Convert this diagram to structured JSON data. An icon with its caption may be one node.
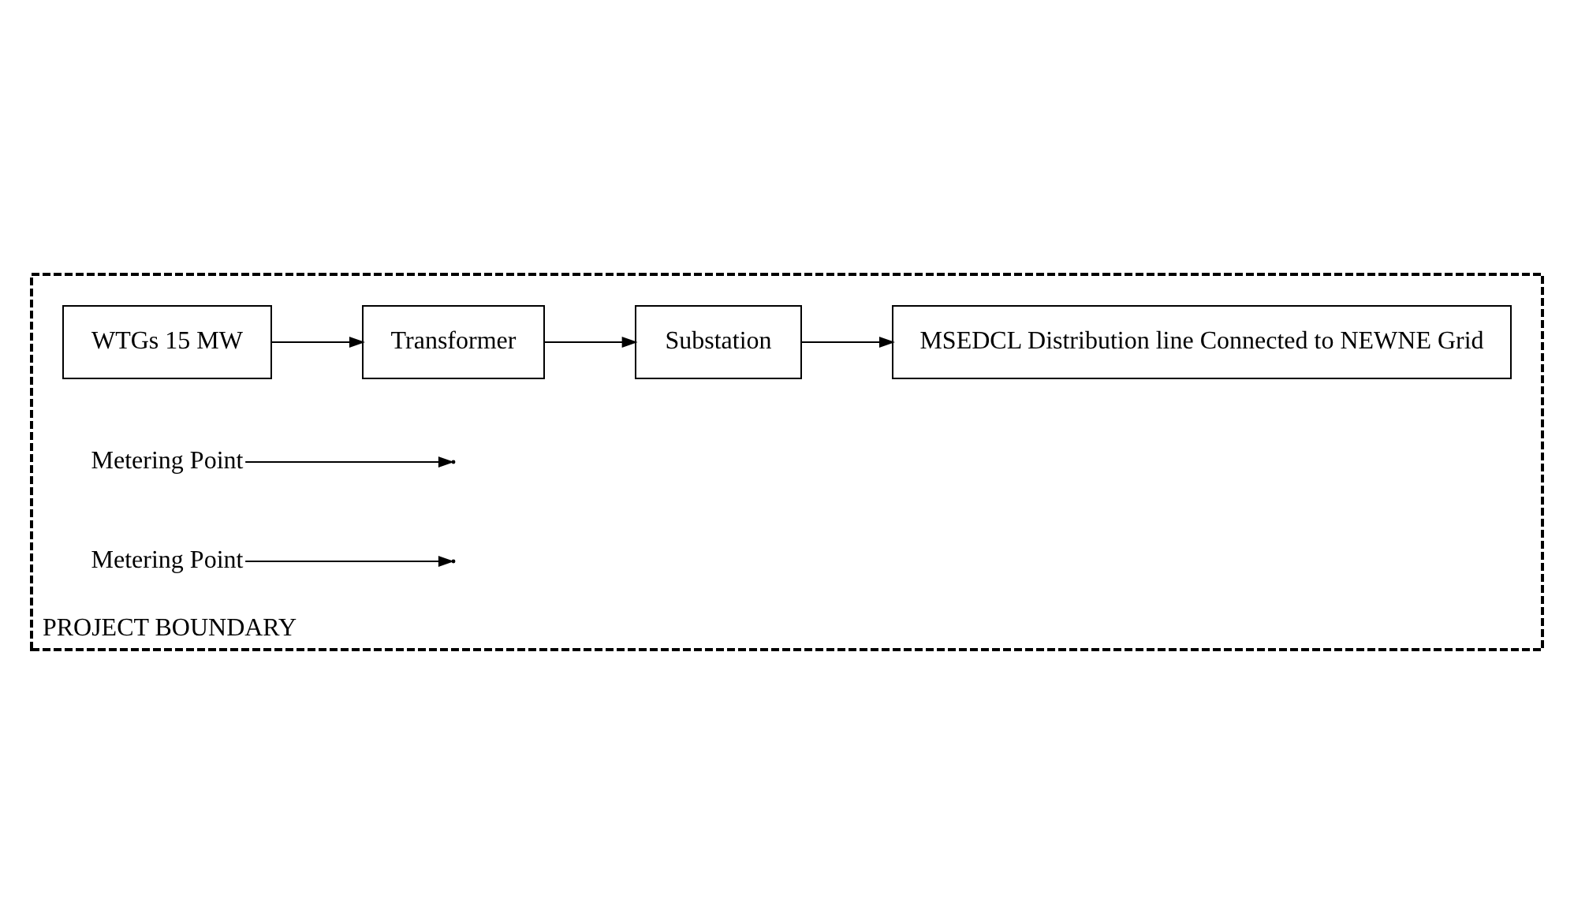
{
  "diagram": {
    "nodes": [
      {
        "text": [
          "PROJECT BOUNDARY"
        ]
      },
      {
        "text": [
          "WTGs 15 MW"
        ],
        "in": 0
      },
      {
        "text": [
          "Transformer"
        ],
        "in": 0
      },
      {
        "text": [
          "Substation"
        ],
        "in": 0
      },
      {
        "text": [
          "MSEDCL Distribution line Connected to NEWNE Grid"
        ],
        "in": 0
      },
      {
        "text": [
          "Metering Point"
        ],
        "in": 0
      },
      {
        "text": [
          "Metering Point"
        ],
        "in": 0
      }
    ],
    "edges": [
      {
        "from": 1,
        "to": 2,
        "arrow": "to"
      },
      {
        "from": 2,
        "to": 3,
        "arrow": "to"
      },
      {
        "from": 3,
        "to": 4,
        "arrow": "to"
      },
      {
        "from": 5,
        "to": null,
        "arrow": "to"
      },
      {
        "from": 6,
        "to": null,
        "arrow": "to"
      }
    ]
  }
}
